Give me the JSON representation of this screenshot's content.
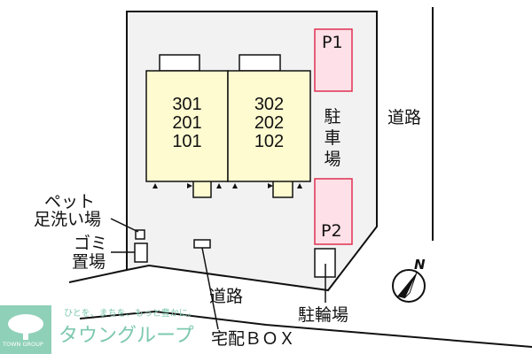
{
  "units": {
    "left": [
      "301",
      "201",
      "101"
    ],
    "right": [
      "302",
      "202",
      "102"
    ]
  },
  "parking": {
    "p1": "P1",
    "p2": "P2",
    "label": "駐車場"
  },
  "labels": {
    "road_right": "道路",
    "road_bottom": "道路",
    "pet_wash_line1": "ペット",
    "pet_wash_line2": "足洗い場",
    "garbage_line1": "ゴミ",
    "garbage_line2": "置場",
    "delivery_box": "宅配ＢＯＸ",
    "bicycle_parking": "駐輪場"
  },
  "compass": {
    "label": "N"
  },
  "watermark": {
    "slogan": "ひとを、まちを、もっと豊かに。",
    "brand": "タウングループ",
    "logo_text": "TOWN GROUP",
    "color": "#7cc8ad"
  },
  "colors": {
    "building": "#fefbd0",
    "parking_fill": "#fde0e8",
    "parking_border": "#e03050",
    "site": "#f2f2f2"
  }
}
